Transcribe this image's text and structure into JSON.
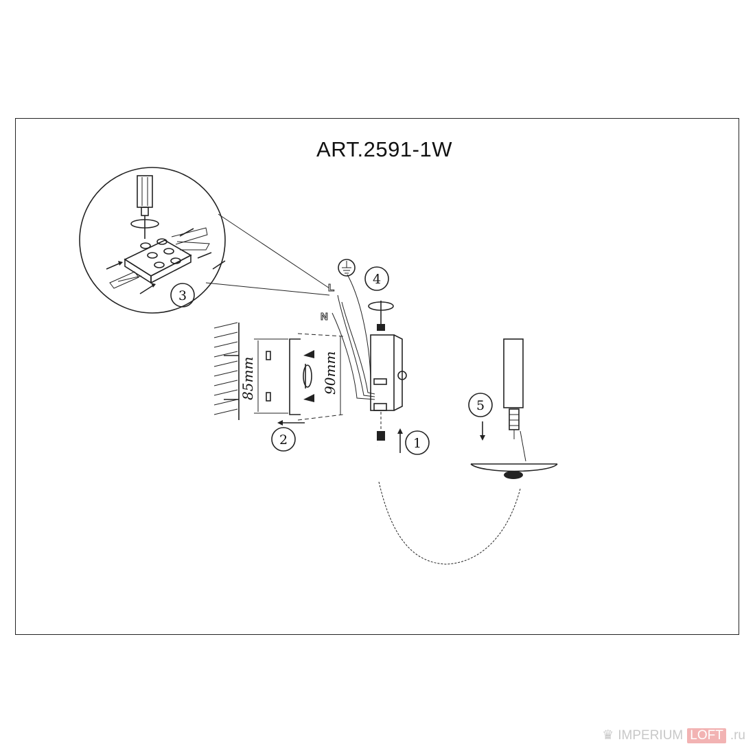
{
  "title": "ART.2591-1W",
  "steps": [
    "1",
    "2",
    "3",
    "4",
    "5"
  ],
  "wire_labels": {
    "live": "L",
    "neutral": "N"
  },
  "dimensions": {
    "height_inner": "85mm",
    "height_outer": "90mm"
  },
  "watermark": {
    "part1": "IMPERIUM",
    "part2": "LOFT",
    "part3": ".ru"
  },
  "colors": {
    "ink": "#222222",
    "watermark": "#c8c8c8",
    "watermark_accent": "#f2b3b3"
  }
}
